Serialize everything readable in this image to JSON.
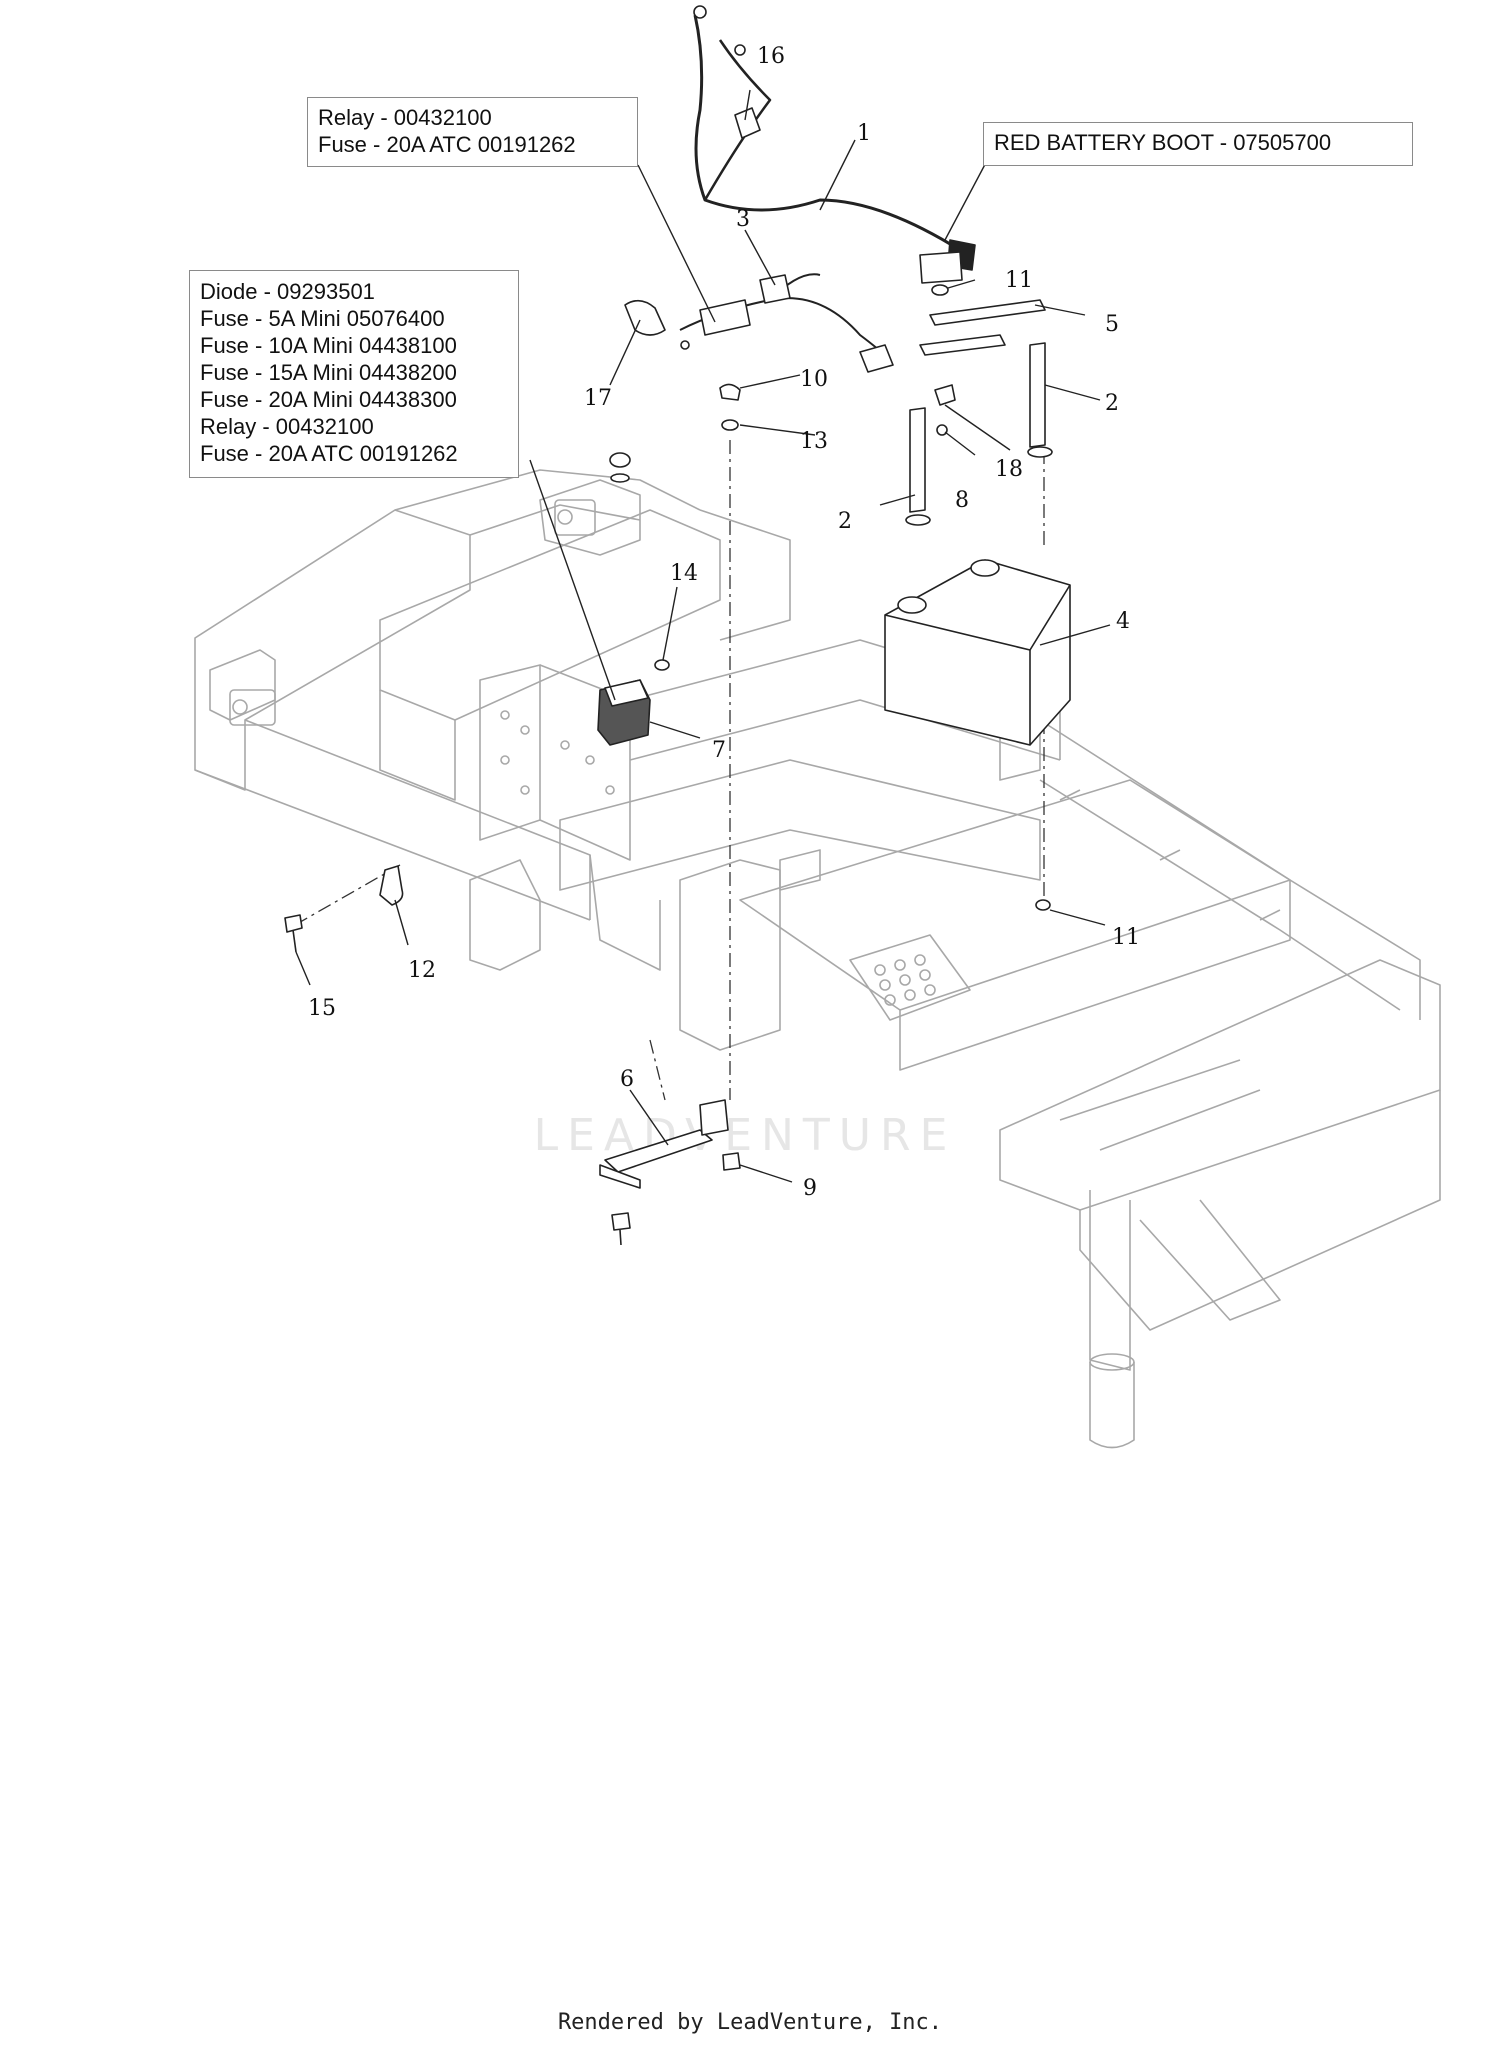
{
  "info_boxes": {
    "relay_box": {
      "lines": [
        "Relay - 00432100",
        "Fuse - 20A ATC 00191262"
      ]
    },
    "boot_box": {
      "lines": [
        "RED BATTERY BOOT - 07505700"
      ]
    },
    "diode_box": {
      "lines": [
        "Diode - 09293501",
        "Fuse - 5A Mini 05076400",
        "Fuse - 10A Mini 04438100",
        "Fuse - 15A Mini 04438200",
        "Fuse - 20A Mini 04438300",
        "Relay - 00432100",
        "Fuse - 20A ATC 00191262"
      ]
    }
  },
  "callouts": {
    "c1": "1",
    "c2a": "2",
    "c2b": "2",
    "c3": "3",
    "c4": "4",
    "c5": "5",
    "c6": "6",
    "c7": "7",
    "c8": "8",
    "c9": "9",
    "c10": "10",
    "c11a": "11",
    "c11b": "11",
    "c12": "12",
    "c13": "13",
    "c14": "14",
    "c15": "15",
    "c16": "16",
    "c17": "17",
    "c18": "18"
  },
  "watermark": "LEADVENTURE",
  "footer": "Rendered by LeadVenture, Inc.",
  "colors": {
    "line": "#9a9a9a",
    "dark": "#222222",
    "text": "#111111"
  }
}
